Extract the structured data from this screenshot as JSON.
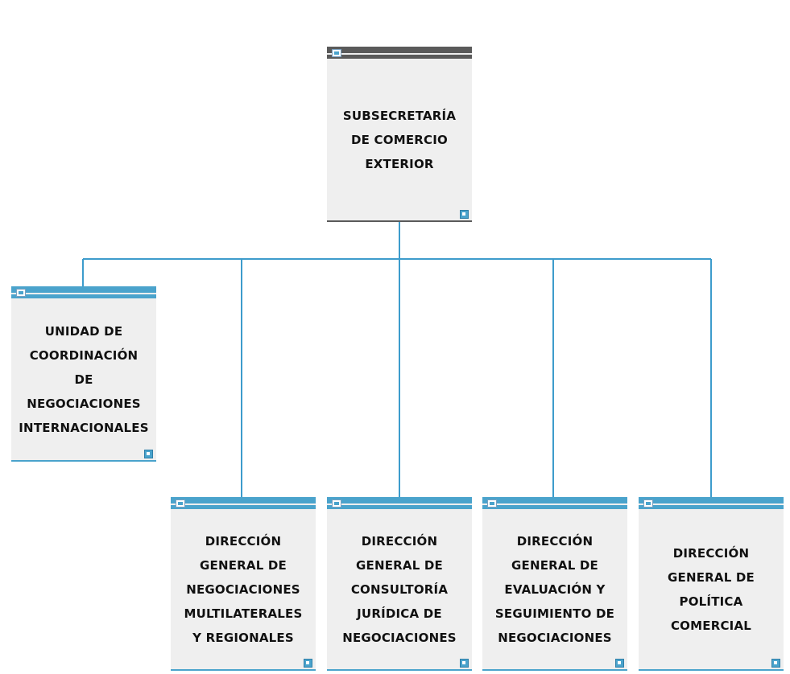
{
  "colors": {
    "line": "#3d9ccc",
    "root_bar": "#5a5a5a",
    "child_bar": "#4aa3cc",
    "box_fill": "#efefef",
    "text": "#111111"
  },
  "org": {
    "root": {
      "label": "SUBSECRETARÍA\nDE COMERCIO\nEXTERIOR"
    },
    "unit": {
      "label": "UNIDAD DE\nCOORDINACIÓN\nDE\nNEGOCIACIONES\nINTERNACIONALES"
    },
    "directorates": [
      {
        "label": "DIRECCIÓN\nGENERAL DE\nNEGOCIACIONES\nMULTILATERALES\nY REGIONALES"
      },
      {
        "label": "DIRECCIÓN\nGENERAL DE\nCONSULTORÍA\nJURÍDICA DE\nNEGOCIACIONES"
      },
      {
        "label": "DIRECCIÓN\nGENERAL DE\nEVALUACIÓN Y\nSEGUIMIENTO DE\nNEGOCIACIONES"
      },
      {
        "label": "DIRECCIÓN\nGENERAL DE\nPOLÍTICA\nCOMERCIAL"
      }
    ]
  }
}
